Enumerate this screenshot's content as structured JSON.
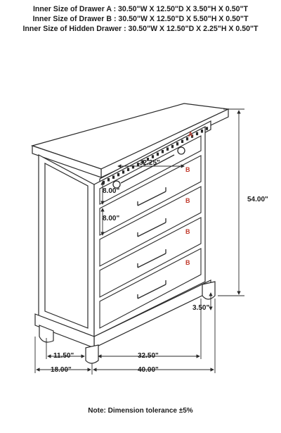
{
  "specs": [
    "Inner Size of Drawer A : 30.50\"W X 12.50\"D X 3.50\"H X 0.50\"T",
    "Inner Size of Drawer B : 30.50\"W X 12.50\"D X 5.50\"H X 0.50\"T",
    "Inner Size of Hidden Drawer : 30.50\"W X 12.50\"D X 2.25\"H X 0.50\"T"
  ],
  "dimensions": {
    "top_width": "32.25\"",
    "drawer_a_height": "8.00\"",
    "drawer_b_height": "8.00\"",
    "overall_height": "54.00\"",
    "foot_height": "3.50\"",
    "side_depth": "11.50\"",
    "overall_depth": "18.00\"",
    "front_inner_width": "32.50\"",
    "overall_width": "40.00\""
  },
  "drawer_labels": [
    "A",
    "B",
    "B",
    "B",
    "B"
  ],
  "footnote": "Note: Dimension tolerance ±5%",
  "colors": {
    "line": "#2a2a2a",
    "marker_red": "#c0392b",
    "fill": "#ffffff"
  }
}
